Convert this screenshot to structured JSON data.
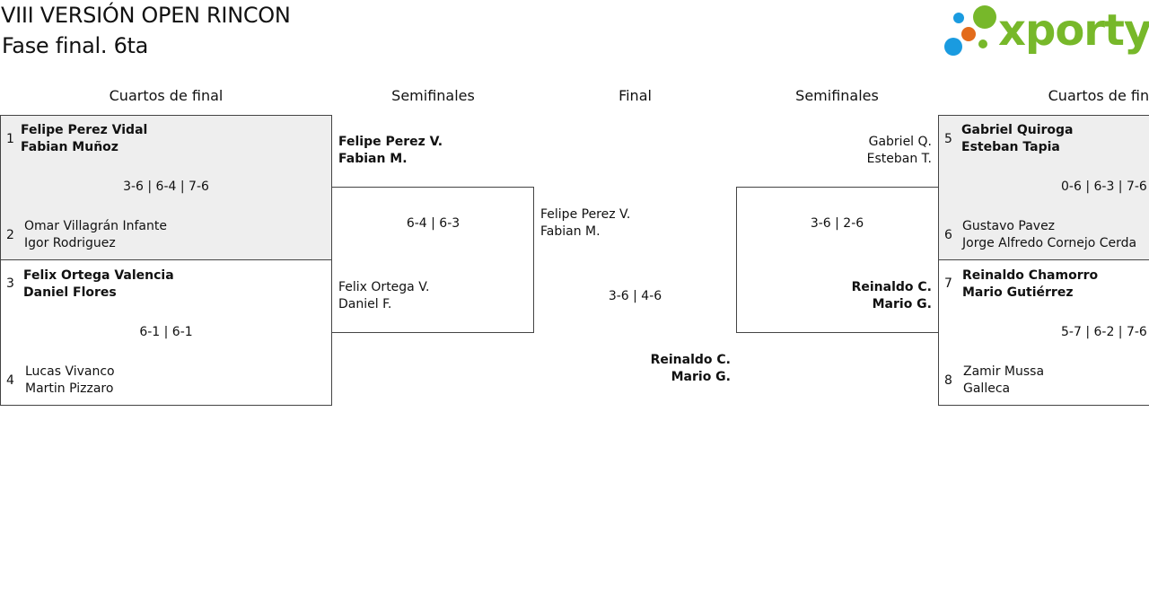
{
  "header": {
    "title": "VIII VERSIÓN OPEN RINCON",
    "subtitle": "Fase final. 6ta",
    "logo_text": "xporty",
    "colors": {
      "logo_green": "#77b82a",
      "dot_blue": "#1a9be0",
      "dot_orange": "#e36b1b"
    }
  },
  "rounds": {
    "quarters_left": "Cuartos de final",
    "semis_left": "Semifinales",
    "final": "Final",
    "semis_right": "Semifinales",
    "quarters_right": "Cuartos de final"
  },
  "quarterfinals_left": [
    {
      "seed_a": "1",
      "a1": "Felipe Perez Vidal",
      "a2": "Fabian Muñoz",
      "score": "3-6 | 6-4 | 7-6",
      "seed_b": "2",
      "b1": "Omar Villagrán Infante",
      "b2": "Igor Rodriguez"
    },
    {
      "seed_a": "3",
      "a1": "Felix Ortega Valencia",
      "a2": "Daniel Flores",
      "score": "6-1 | 6-1",
      "seed_b": "4",
      "b1": "Lucas Vivanco",
      "b2": "Martin Pizzaro"
    }
  ],
  "semifinal_left": {
    "a1": "Felipe Perez V.",
    "a2": "Fabian M.",
    "score": "6-4 | 6-3",
    "b1": "Felix Ortega V.",
    "b2": "Daniel F."
  },
  "final": {
    "a1": "Felipe Perez V.",
    "a2": "Fabian M.",
    "score": "3-6 | 4-6",
    "b1": "Reinaldo C.",
    "b2": "Mario G."
  },
  "semifinal_right": {
    "a1": "Gabriel Q.",
    "a2": "Esteban T.",
    "score": "3-6 | 2-6",
    "b1": "Reinaldo C.",
    "b2": "Mario G."
  },
  "quarterfinals_right": [
    {
      "seed_a": "5",
      "a1": "Gabriel Quiroga",
      "a2": "Esteban Tapia",
      "score": "0-6 | 6-3 | 7-6",
      "seed_b": "6",
      "b1": "Gustavo Pavez",
      "b2": "Jorge Alfredo Cornejo Cerda"
    },
    {
      "seed_a": "7",
      "a1": "Reinaldo Chamorro",
      "a2": "Mario Gutiérrez",
      "score": "5-7 | 6-2 | 7-6",
      "seed_b": "8",
      "b1": "Zamir Mussa",
      "b2": "Galleca"
    }
  ]
}
